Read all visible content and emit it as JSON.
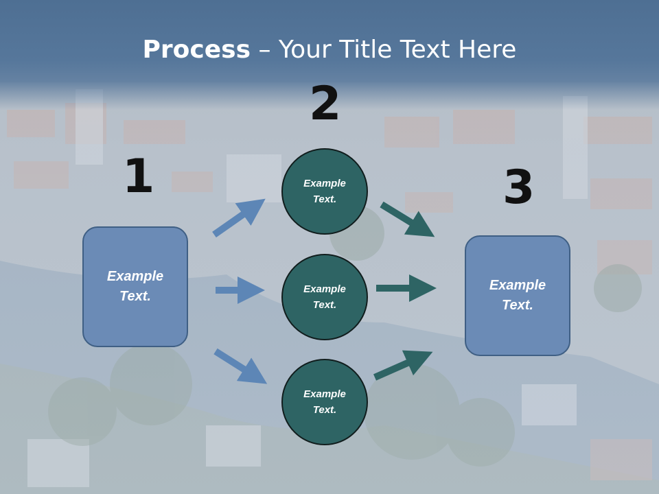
{
  "title": {
    "bold": "Process",
    "rest": " – Your Title Text Here"
  },
  "steps": {
    "one": "1",
    "two": "2",
    "three": "3"
  },
  "left_box": {
    "label": "Example\nText."
  },
  "circles": [
    {
      "label": "Example\nText."
    },
    {
      "label": "Example\nText."
    },
    {
      "label": "Example\nText."
    }
  ],
  "right_box": {
    "label": "Example\nText."
  },
  "colors": {
    "title_band": "#4e6f93",
    "box_fill": "#6b8bb6",
    "circle_fill": "#2e6464",
    "arrow_left": "#5d86b6",
    "arrow_right": "#2e6464"
  }
}
